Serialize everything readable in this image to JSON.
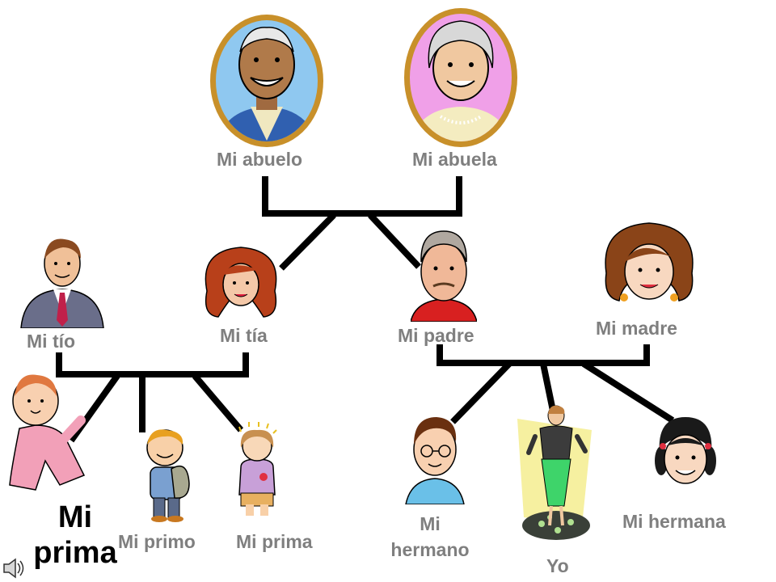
{
  "labels": {
    "abuelo": "Mi abuelo",
    "abuela": "Mi abuela",
    "tio": "Mi tío",
    "tia": "Mi tía",
    "padre": "Mi padre",
    "madre": "Mi madre",
    "primo": "Mi primo",
    "prima": "Mi prima",
    "hermano_1": "Mi",
    "hermano_2": "hermano",
    "yo": "Yo",
    "hermana": "Mi hermana",
    "big_prima_1": "Mi",
    "big_prima_2": "prima"
  },
  "colors": {
    "label_gray": "#7f7f7f",
    "tree_lines": "#000000",
    "frame_gold": "#c8902a",
    "abuelo_bg": "#8fc8f0",
    "abuela_bg": "#f0a0e8"
  },
  "icons": [
    "speaker-icon"
  ]
}
